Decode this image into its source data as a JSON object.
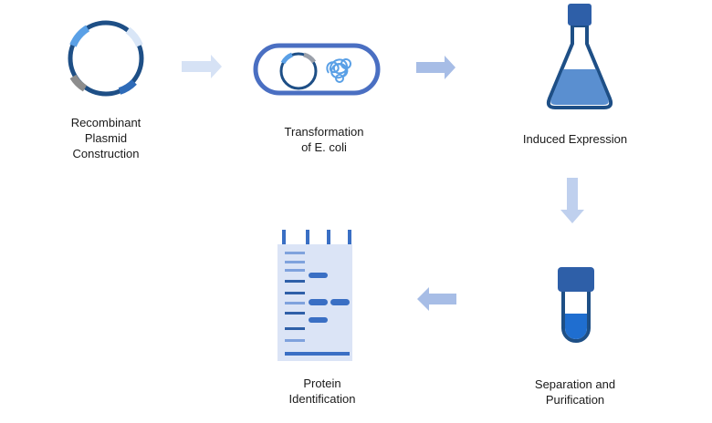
{
  "steps": [
    {
      "id": "plasmid",
      "label": "Recombinant\nPlasmid\nConstruction"
    },
    {
      "id": "transformation",
      "label": "Transformation\nof E. coli"
    },
    {
      "id": "expression",
      "label": "Induced Expression"
    },
    {
      "id": "purification",
      "label": "Separation and\nPurification"
    },
    {
      "id": "identification",
      "label": "Protein\nIdentification"
    }
  ],
  "colors": {
    "dark_blue": "#1e4f86",
    "mid_blue": "#3a6fc4",
    "light_blue": "#5aa0e6",
    "pale_blue": "#dbe4f6",
    "arrow_1": "#d6e2f5",
    "arrow_2": "#a7bde6",
    "arrow_3": "#bfd0ee",
    "arrow_4": "#a7bde6",
    "liquid": "#5a8fd0",
    "gray": "#8d8d8d"
  }
}
